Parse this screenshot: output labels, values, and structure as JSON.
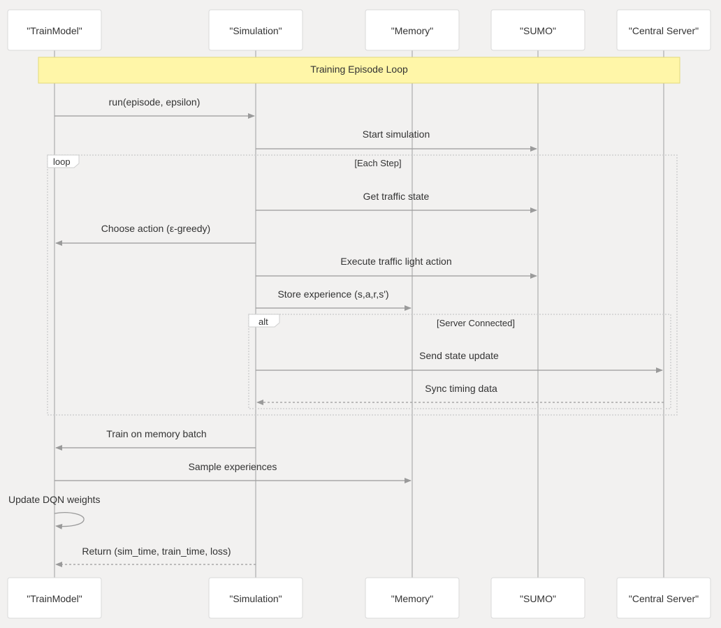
{
  "actors": [
    {
      "id": "train",
      "label": "\"TrainModel\""
    },
    {
      "id": "sim",
      "label": "\"Simulation\""
    },
    {
      "id": "mem",
      "label": "\"Memory\""
    },
    {
      "id": "sumo",
      "label": "\"SUMO\""
    },
    {
      "id": "server",
      "label": "\"Central Server\""
    }
  ],
  "note": {
    "text": "Training Episode Loop"
  },
  "frames": [
    {
      "kind": "loop",
      "tag": "loop",
      "condition": "[Each Step]"
    },
    {
      "kind": "alt",
      "tag": "alt",
      "condition": "[Server Connected]"
    }
  ],
  "messages": [
    {
      "from": "train",
      "to": "sim",
      "text": "run(episode, epsilon)",
      "style": "solid"
    },
    {
      "from": "sim",
      "to": "sumo",
      "text": "Start simulation",
      "style": "solid"
    },
    {
      "from": "sim",
      "to": "sumo",
      "text": "Get traffic state",
      "style": "solid"
    },
    {
      "from": "sim",
      "to": "train",
      "text": "Choose action (ε-greedy)",
      "style": "solid"
    },
    {
      "from": "sim",
      "to": "sumo",
      "text": "Execute traffic light action",
      "style": "solid"
    },
    {
      "from": "sim",
      "to": "mem",
      "text": "Store experience (s,a,r,s')",
      "style": "solid"
    },
    {
      "from": "sim",
      "to": "server",
      "text": "Send state update",
      "style": "solid"
    },
    {
      "from": "server",
      "to": "sim",
      "text": "Sync timing data",
      "style": "dashed"
    },
    {
      "from": "sim",
      "to": "train",
      "text": "Train on memory batch",
      "style": "solid"
    },
    {
      "from": "train",
      "to": "mem",
      "text": "Sample experiences",
      "style": "solid"
    },
    {
      "from": "train",
      "to": "train",
      "text": "Update DQN weights",
      "style": "self"
    },
    {
      "from": "sim",
      "to": "train",
      "text": "Return (sim_time, train_time, loss)",
      "style": "dashed"
    }
  ]
}
